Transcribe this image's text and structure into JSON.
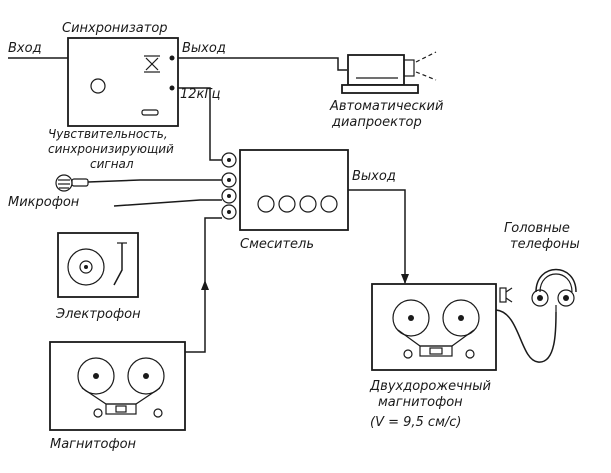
{
  "labels": {
    "input": "Вход",
    "sync_title": "Синхронизатор",
    "sync_output": "Выход",
    "freq": "12кГц",
    "projector_line1": "Автоматический",
    "projector_line2": "диапроектор",
    "sensitivity_line1": "Чувствительность,",
    "sensitivity_line2": "синхронизирующий",
    "sensitivity_line3": "сигнал",
    "microphone": "Микрофон",
    "mixer_output": "Выход",
    "mixer": "Смеситель",
    "headphones_line1": "Головные",
    "headphones_line2": "телефоны",
    "turntable": "Электрофон",
    "recorder2_line1": "Двухдорожечный",
    "recorder2_line2": "магнитофон",
    "recorder2_line3": "(V = 9,5 см/с)",
    "tape_recorder": "Магнитофон"
  }
}
